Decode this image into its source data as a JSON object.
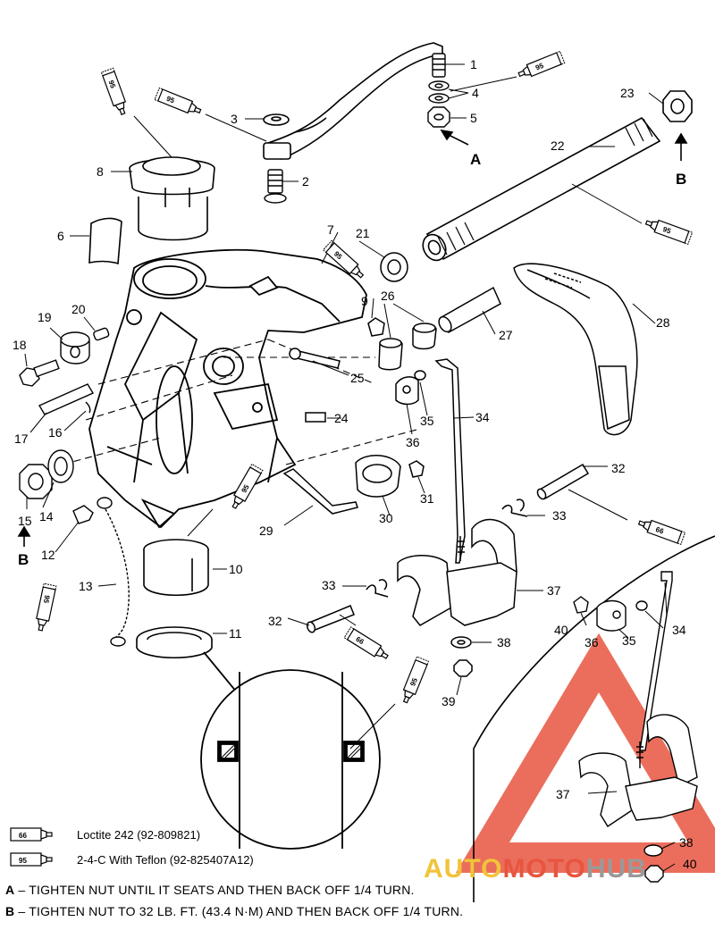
{
  "callouts": [
    "1",
    "2",
    "3",
    "4",
    "5",
    "6",
    "7",
    "8",
    "9",
    "10",
    "11",
    "12",
    "13",
    "14",
    "15",
    "16",
    "17",
    "18",
    "19",
    "20",
    "21",
    "22",
    "23",
    "24",
    "25",
    "26",
    "27",
    "28",
    "29",
    "30",
    "31",
    "32",
    "33",
    "34",
    "35",
    "36",
    "37",
    "38",
    "39",
    "40",
    "32",
    "33",
    "34",
    "35",
    "36",
    "37",
    "38",
    "40"
  ],
  "markers": {
    "a": "A",
    "b": "B"
  },
  "tube_codes": {
    "loctite": "66",
    "teflon": "95"
  },
  "legend": [
    {
      "code": "66",
      "text": "Loctite 242  (92-809821)"
    },
    {
      "code": "95",
      "text": "2-4-C  With Teflon (92-825407A12)"
    }
  ],
  "notes": [
    {
      "letter": "A",
      "text": "– TIGHTEN  NUT UNTIL IT SEATS AND THEN BACK OFF 1/4 TURN."
    },
    {
      "letter": "B",
      "text": "– TIGHTEN NUT TO 32 LB. FT. (43.4 N·M) AND THEN BACK OFF 1/4 TURN."
    }
  ],
  "watermark": {
    "part1": "AUTO",
    "part2": "MOTO",
    "part3": "HUB"
  },
  "colors": {
    "line": "#000000",
    "watermark_red": "#e8553f",
    "watermark_yellow": "#f2c33a",
    "watermark_gray": "#9a9a9a"
  }
}
